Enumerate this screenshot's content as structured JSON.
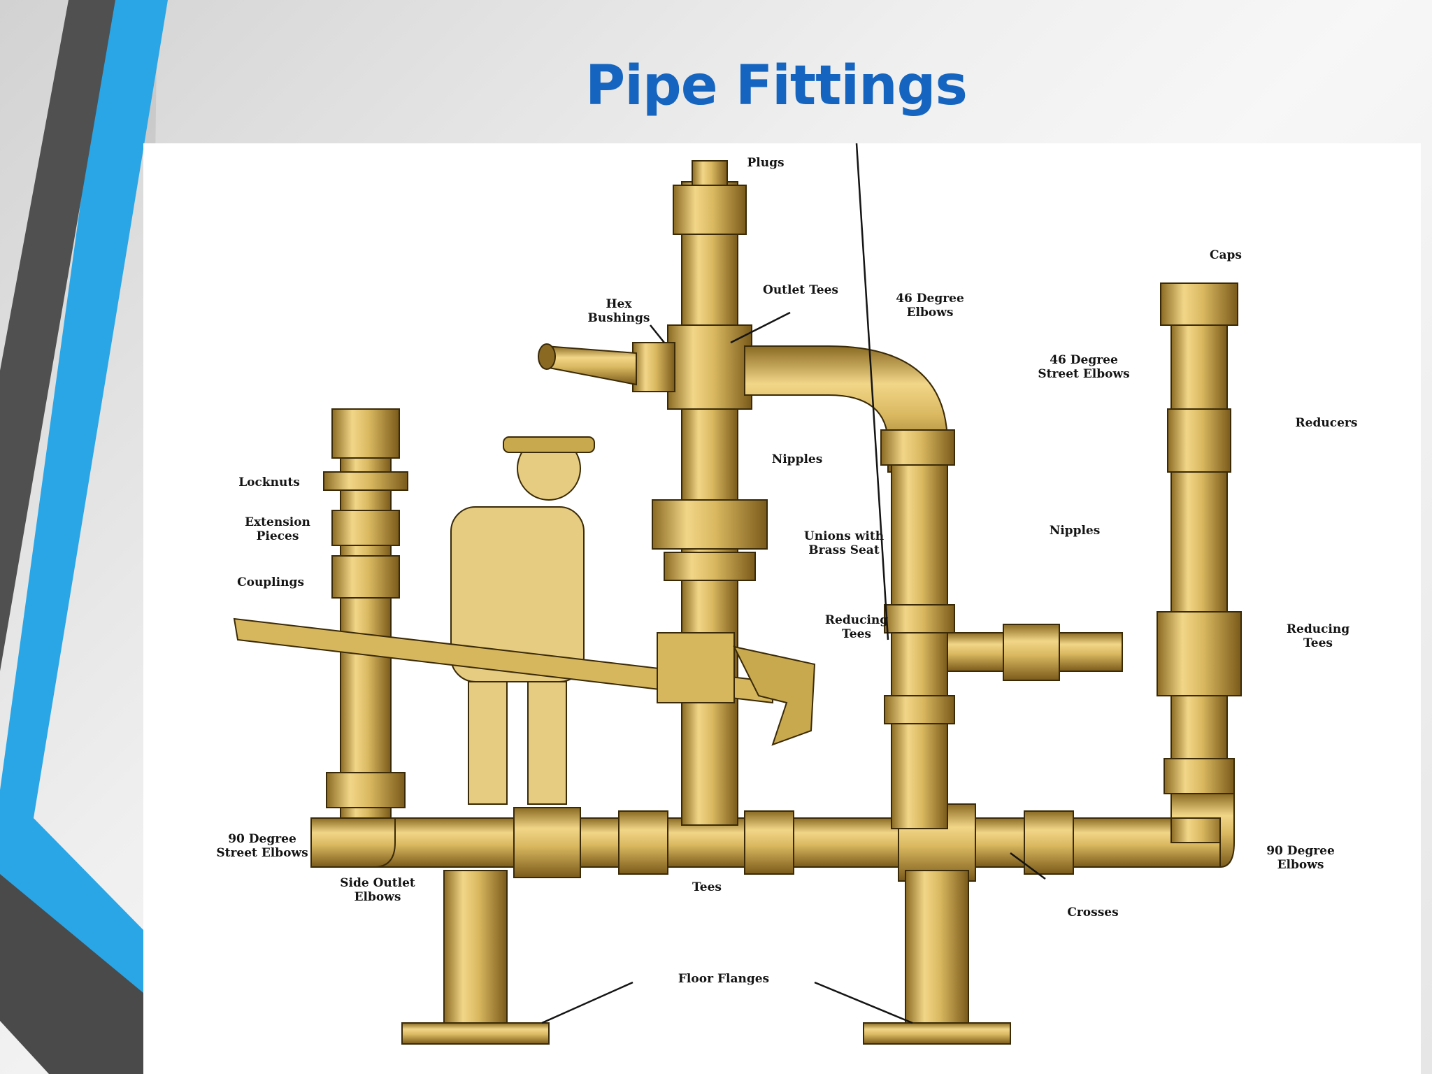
{
  "slide": {
    "title": "Pipe Fittings",
    "title_color": "#1565c0"
  },
  "diagram": {
    "pipe_color": "#e0c068",
    "labels": [
      {
        "key": "plugs",
        "lines": [
          "Plugs"
        ]
      },
      {
        "key": "caps",
        "lines": [
          "Caps"
        ]
      },
      {
        "key": "outlet-tees",
        "lines": [
          "Outlet Tees"
        ]
      },
      {
        "key": "hex-bushings",
        "lines": [
          "Hex",
          "Bushings"
        ]
      },
      {
        "key": "45-degree-elbows",
        "lines": [
          "46 Degree",
          "Elbows"
        ]
      },
      {
        "key": "45-degree-street-elbows",
        "lines": [
          "46 Degree",
          "Street Elbows"
        ]
      },
      {
        "key": "reducers",
        "lines": [
          "Reducers"
        ]
      },
      {
        "key": "nipples-center",
        "lines": [
          "Nipples"
        ]
      },
      {
        "key": "locknuts",
        "lines": [
          "Locknuts"
        ]
      },
      {
        "key": "extension-pieces",
        "lines": [
          "Extension",
          "Pieces"
        ]
      },
      {
        "key": "couplings",
        "lines": [
          "Couplings"
        ]
      },
      {
        "key": "unions-with-brass-seat",
        "lines": [
          "Unions with",
          "Brass Seat"
        ]
      },
      {
        "key": "nipples-right",
        "lines": [
          "Nipples"
        ]
      },
      {
        "key": "reducing-tees-center",
        "lines": [
          "Reducing",
          "Tees"
        ]
      },
      {
        "key": "reducing-tees-right",
        "lines": [
          "Reducing",
          "Tees"
        ]
      },
      {
        "key": "90-degree-street-elbows",
        "lines": [
          "90 Degree",
          "Street Elbows"
        ]
      },
      {
        "key": "side-outlet-elbows",
        "lines": [
          "Side Outlet",
          "Elbows"
        ]
      },
      {
        "key": "tees",
        "lines": [
          "Tees"
        ]
      },
      {
        "key": "crosses",
        "lines": [
          "Crosses"
        ]
      },
      {
        "key": "90-degree-elbows",
        "lines": [
          "90 Degree",
          "Elbows"
        ]
      },
      {
        "key": "floor-flanges",
        "lines": [
          "Floor Flanges"
        ]
      }
    ]
  }
}
